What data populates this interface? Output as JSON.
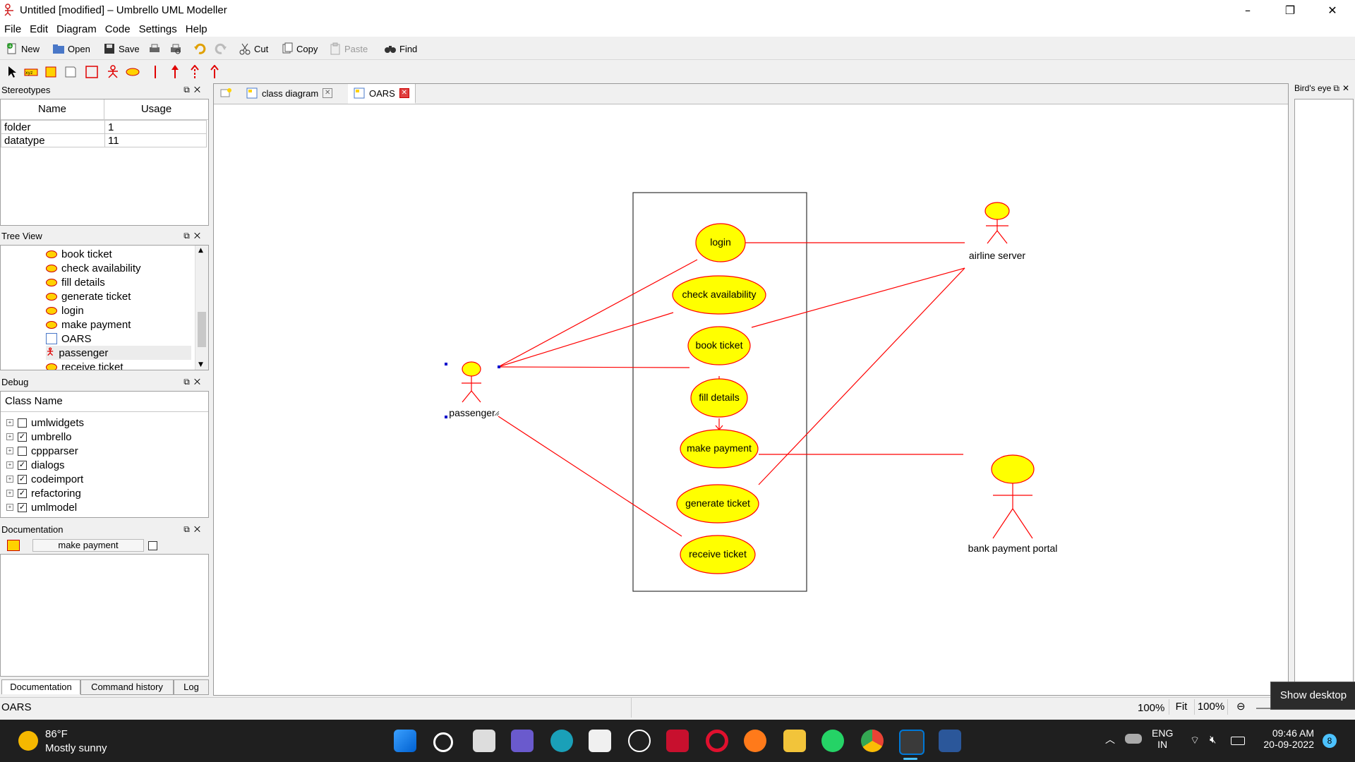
{
  "window": {
    "title": "Untitled [modified] – Umbrello UML Modeller",
    "controls": [
      "–",
      "❐",
      "✕"
    ]
  },
  "menu": [
    "File",
    "Edit",
    "Diagram",
    "Code",
    "Settings",
    "Help"
  ],
  "toolbar": {
    "new": "New",
    "open": "Open",
    "save": "Save",
    "cut": "Cut",
    "copy": "Copy",
    "paste": "Paste",
    "find": "Find"
  },
  "stereotypes": {
    "title": "Stereotypes",
    "columns": [
      "Name",
      "Usage"
    ],
    "rows": [
      {
        "name": "folder",
        "usage": "1"
      },
      {
        "name": "datatype",
        "usage": "11"
      }
    ]
  },
  "tree_view": {
    "title": "Tree View",
    "items": [
      "book ticket",
      "check availability",
      "fill details",
      "generate ticket",
      "login",
      "make payment",
      "OARS",
      "passenger",
      "receive ticket"
    ]
  },
  "debug": {
    "title": "Debug",
    "header": "Class Name",
    "items": [
      {
        "name": "umlwidgets",
        "checked": false
      },
      {
        "name": "umbrello",
        "checked": true
      },
      {
        "name": "cppparser",
        "checked": false
      },
      {
        "name": "dialogs",
        "checked": true
      },
      {
        "name": "codeimport",
        "checked": true
      },
      {
        "name": "refactoring",
        "checked": true
      },
      {
        "name": "umlmodel",
        "checked": true
      }
    ]
  },
  "documentation": {
    "title": "Documentation",
    "field": "make payment"
  },
  "bottom_tabs": [
    "Documentation",
    "Command history",
    "Log"
  ],
  "doc_tabs": [
    "class diagram",
    "OARS"
  ],
  "birds_eye": {
    "title": "Bird's eye"
  },
  "diagram": {
    "use_cases": [
      "login",
      "check availability",
      "book ticket",
      "fill details",
      "make payment",
      "generate ticket",
      "receive ticket"
    ],
    "actors": [
      "passenger",
      "airline server",
      "bank payment portal"
    ],
    "colors": {
      "fill": "#ffff00",
      "line": "#ff0000"
    }
  },
  "status": {
    "left": "OARS",
    "zoom1": "100%",
    "fit": "Fit",
    "zoom2": "100%"
  },
  "tooltip": "Show desktop",
  "taskbar": {
    "temp": "86°F",
    "weather": "Mostly sunny",
    "lang1": "ENG",
    "lang2": "IN",
    "time": "09:46 AM",
    "date": "20-09-2022",
    "badge": "8"
  }
}
